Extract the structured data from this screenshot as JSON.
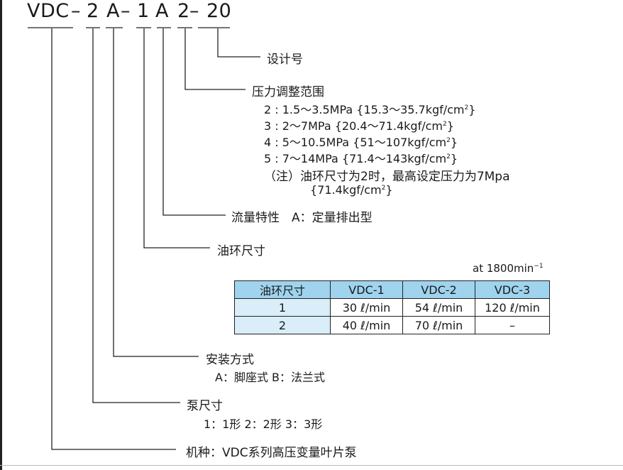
{
  "model_code": {
    "seg1": "VDC",
    "sep1": "–",
    "seg2": "2",
    "seg3": "A",
    "sep2": "–",
    "seg4": "1",
    "seg5": "A",
    "seg6": "2",
    "sep3": "–",
    "seg7": "20"
  },
  "design_no": {
    "label": "设计号"
  },
  "pressure": {
    "label": "压力调整范围",
    "options": [
      {
        "text": "2 : 1.5～3.5MPa {15.3～35.7kgf/cm",
        "sup": "2",
        "tail": "}"
      },
      {
        "text": "3 : 2～7MPa {20.4～71.4kgf/cm",
        "sup": "2",
        "tail": "}"
      },
      {
        "text": "4 : 5～10.5MPa {51～107kgf/cm",
        "sup": "2",
        "tail": "}"
      },
      {
        "text": "5 : 7～14MPa {71.4～143kgf/cm",
        "sup": "2",
        "tail": "}"
      }
    ],
    "note_line1": "（注）油环尺寸为2时，最高设定压力为7Mpa",
    "note_line2_text": "{71.4kgf/cm",
    "note_line2_sup": "2",
    "note_line2_tail": "}"
  },
  "flow": {
    "label": "流量特性　A：定量排出型"
  },
  "ring": {
    "label": "油环尺寸"
  },
  "table": {
    "unit_text": "at 1800min",
    "unit_sup": "−1",
    "headers": [
      "油环尺寸",
      "VDC-1",
      "VDC-2",
      "VDC-3"
    ],
    "rows": [
      [
        "1",
        "30 ℓ/min",
        "54 ℓ/min",
        "120 ℓ/min"
      ],
      [
        "2",
        "40 ℓ/min",
        "70 ℓ/min",
        "–"
      ]
    ]
  },
  "mount": {
    "label": "安装方式",
    "options": "A：脚座式  B：法兰式"
  },
  "pump": {
    "label": "泵尺寸",
    "options": "1：1形  2：2形  3：3形"
  },
  "type": {
    "label": "机种：VDC系列高压变量叶片泵"
  },
  "colors": {
    "header_bg": "#9fd3ee",
    "row_head_bg": "#d9eef9",
    "line": "#222222"
  }
}
